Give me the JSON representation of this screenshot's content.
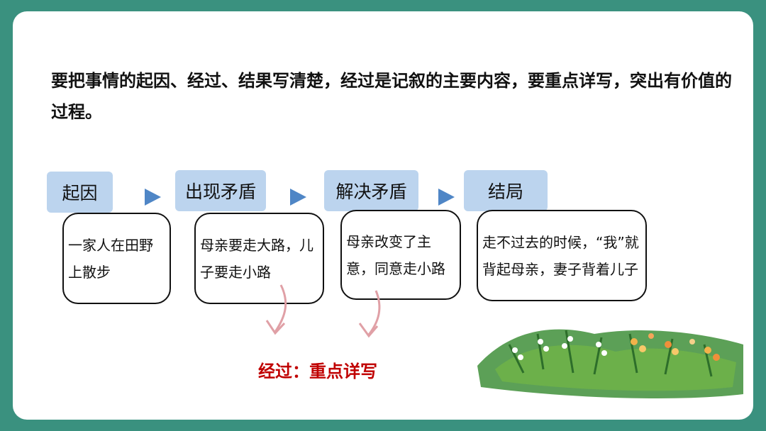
{
  "intro_text": "要把事情的起因、经过、结果写清楚，经过是记叙的主要内容，要重点详写，突出有价值的过程。",
  "stages": [
    {
      "label": "起因",
      "detail": "一家人在田野上散步"
    },
    {
      "label": "出现矛盾",
      "detail": "母亲要走大路，儿子要走小路"
    },
    {
      "label": "解决矛盾",
      "detail": "母亲改变了主意，同意走小路"
    },
    {
      "label": "结局",
      "detail": "走不过去的时候，“我”就背起母亲，妻子背着儿子"
    }
  ],
  "emphasis": "经过：重点详写",
  "colors": {
    "background": "#3a917f",
    "label_fill": "#bcd4ee",
    "arrow": "#4f86c6",
    "curve": "#e0a0a6",
    "emphasis": "#c00000"
  }
}
